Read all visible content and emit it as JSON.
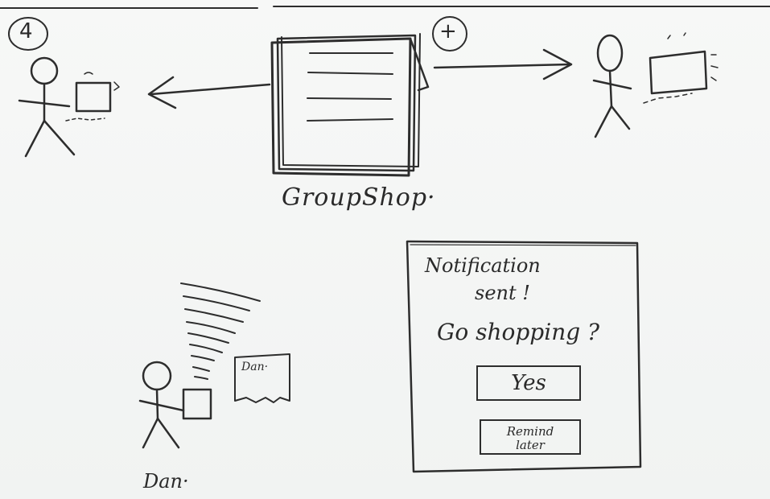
{
  "step": {
    "number": "4",
    "add_symbol": "+"
  },
  "app": {
    "name": "GroupShop·"
  },
  "user": {
    "name": "Dan·",
    "phone_label": "Dan·"
  },
  "notification": {
    "title": "Notification",
    "title_line2": "sent !",
    "question": "Go shopping ?",
    "yes_label": "Yes",
    "remind_label": "Remind",
    "remind_label_line2": "later"
  },
  "colors": {
    "ink": "#2d2d2d",
    "paper": "#f4f6f5"
  },
  "icons": [
    "person-icon",
    "phone-icon",
    "document-icon",
    "arrow-left-icon",
    "arrow-right-icon",
    "signal-waves-icon"
  ]
}
